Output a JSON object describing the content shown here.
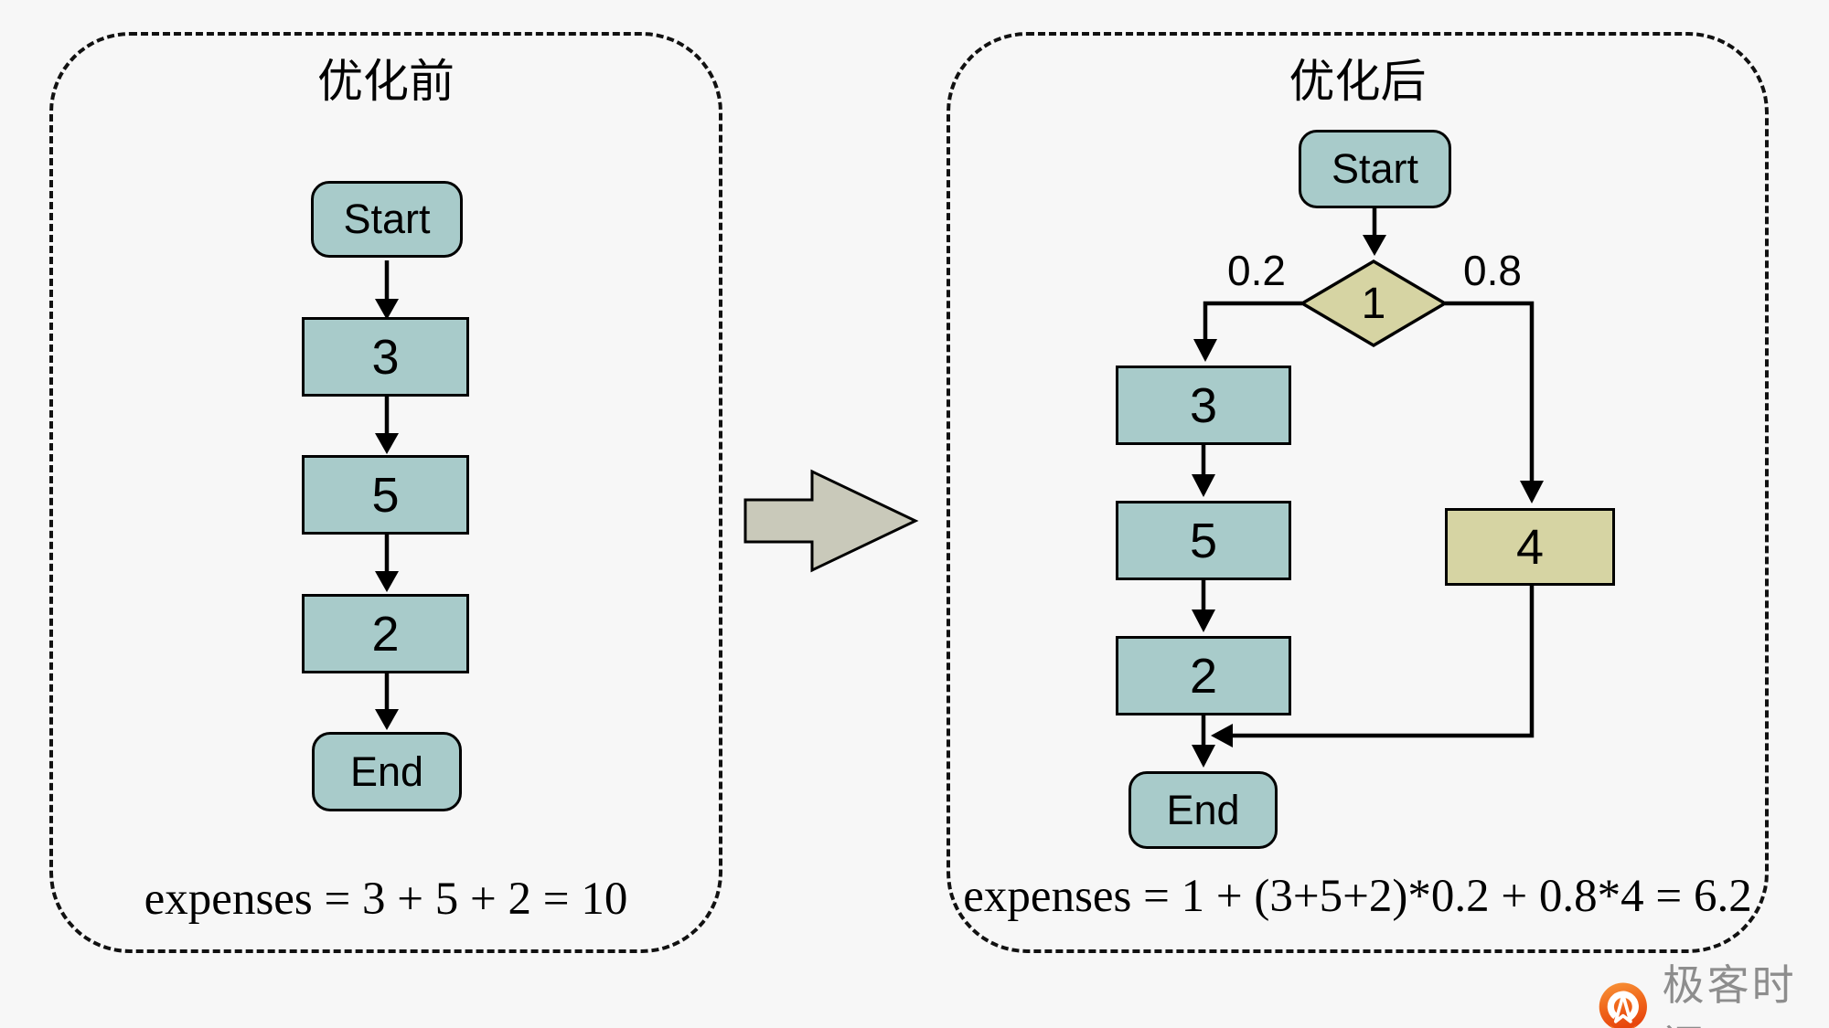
{
  "left": {
    "title": "优化前",
    "start": "Start",
    "step1": "3",
    "step2": "5",
    "step3": "2",
    "end": "End",
    "formula": "expenses = 3 + 5 + 2 = 10"
  },
  "right": {
    "title": "优化后",
    "start": "Start",
    "decision": "1",
    "prob_left": "0.2",
    "prob_right": "0.8",
    "step1": "3",
    "step2": "5",
    "step3": "2",
    "alt_step": "4",
    "end": "End",
    "formula": "expenses = 1 + (3+5+2)*0.2 + 0.8*4 = 6.2"
  },
  "brand": {
    "name": "极客时间"
  },
  "colors": {
    "process_fill": "#a8cbca",
    "decision_fill": "#d6d4a3",
    "transform_arrow_fill": "#c9c9ba",
    "background": "#f7f7f7",
    "brand_orange": "#f0661b",
    "brand_text": "#8d8d8d"
  }
}
